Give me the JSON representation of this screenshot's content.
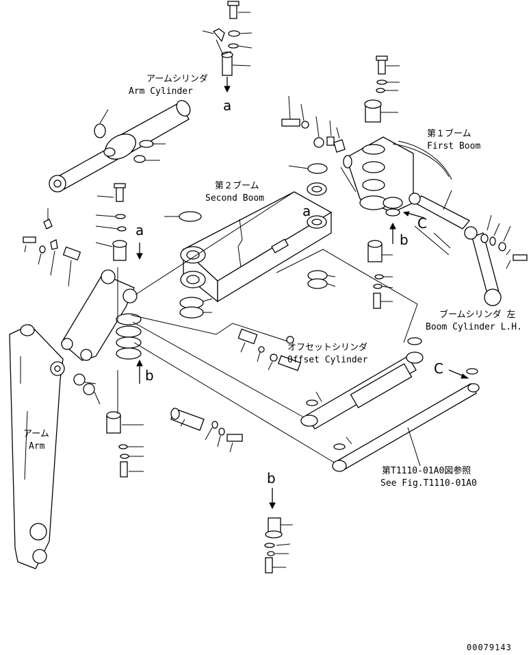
{
  "labels": {
    "arm_cylinder_jp": "アームシリンダ",
    "arm_cylinder_en": "Arm Cylinder",
    "first_boom_jp": "第１ブーム",
    "first_boom_en": "First Boom",
    "second_boom_jp": "第２ブーム",
    "second_boom_en": "Second Boom",
    "boom_cylinder_jp": "ブームシリンダ 左",
    "boom_cylinder_en": "Boom Cylinder L.H.",
    "offset_cylinder_jp": "オフセットシリンダ",
    "offset_cylinder_en": "Offset Cylinder",
    "arm_jp": "アーム",
    "arm_en": "Arm",
    "see_fig_jp": "第T1110-01A0図参照",
    "see_fig_en": "See Fig.T1110-01A0",
    "drawing_number": "00079143"
  },
  "markers": {
    "a_top": "a",
    "a_mid": "a",
    "a_boom": "a",
    "b_mid": "b",
    "b_right": "b",
    "b_bottom": "b",
    "c_right": "C",
    "c_mid": "C"
  }
}
